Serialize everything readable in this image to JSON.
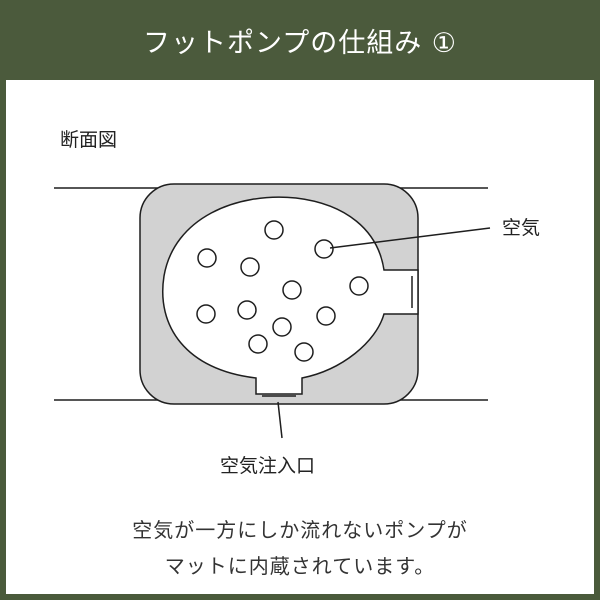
{
  "header": {
    "title": "フットポンプの仕組み ①"
  },
  "diagram": {
    "section_label": "断面図",
    "air_label": "空気",
    "inlet_label": "空気注入口",
    "air_bubble_count": 12
  },
  "caption": {
    "line1": "空気が一方にしか流れないポンプが",
    "line2": "マットに内蔵されています。"
  },
  "colors": {
    "header_bg": "#4b5a3c",
    "frame_bg": "#4a5a3b",
    "mat_gray": "#d2d2d2",
    "line": "#1e1e1e"
  }
}
